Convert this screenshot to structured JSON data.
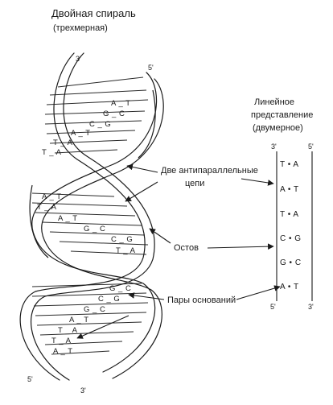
{
  "helix": {
    "title": "Двойная спираль",
    "subtitle": "(трехмерная)",
    "end_top_left": "3'",
    "end_top_right": "5'",
    "end_bottom_left": "5'",
    "end_bottom_right": "3'",
    "pairs": [
      {
        "id": 1,
        "text": "A _ T"
      },
      {
        "id": 2,
        "text": "G _ C"
      },
      {
        "id": 3,
        "text": "C _ G"
      },
      {
        "id": 4,
        "text": "A _ T"
      },
      {
        "id": 5,
        "text": "T _ A"
      },
      {
        "id": 6,
        "text": "T _ A"
      },
      {
        "id": 7,
        "text": "A _ T"
      },
      {
        "id": 8,
        "text": "T _ A"
      },
      {
        "id": 9,
        "text": "A _ T"
      },
      {
        "id": 10,
        "text": "G _ C"
      },
      {
        "id": 11,
        "text": "C _ G"
      },
      {
        "id": 12,
        "text": "T _ A"
      },
      {
        "id": 13,
        "text": "G _ C"
      },
      {
        "id": 14,
        "text": "C _ G"
      },
      {
        "id": 15,
        "text": "G _ C"
      },
      {
        "id": 16,
        "text": "A _ T"
      },
      {
        "id": 17,
        "text": "T _ A"
      },
      {
        "id": 18,
        "text": "T _ A"
      },
      {
        "id": 19,
        "text": "A _ T"
      }
    ]
  },
  "linear": {
    "title_line1": "Линейное",
    "title_line2": "представление",
    "title_line3": "(двумерное)",
    "end_top_left": "3'",
    "end_top_right": "5'",
    "end_bottom_left": "5'",
    "end_bottom_right": "3'",
    "pairs": [
      "T • A",
      "A • T",
      "T • A",
      "C • G",
      "G • C",
      "A • T"
    ]
  },
  "labels": {
    "chains_line1": "Две антипараллельные",
    "chains_line2": "цепи",
    "backbone": "Остов",
    "base_pairs": "Пары оснований"
  }
}
